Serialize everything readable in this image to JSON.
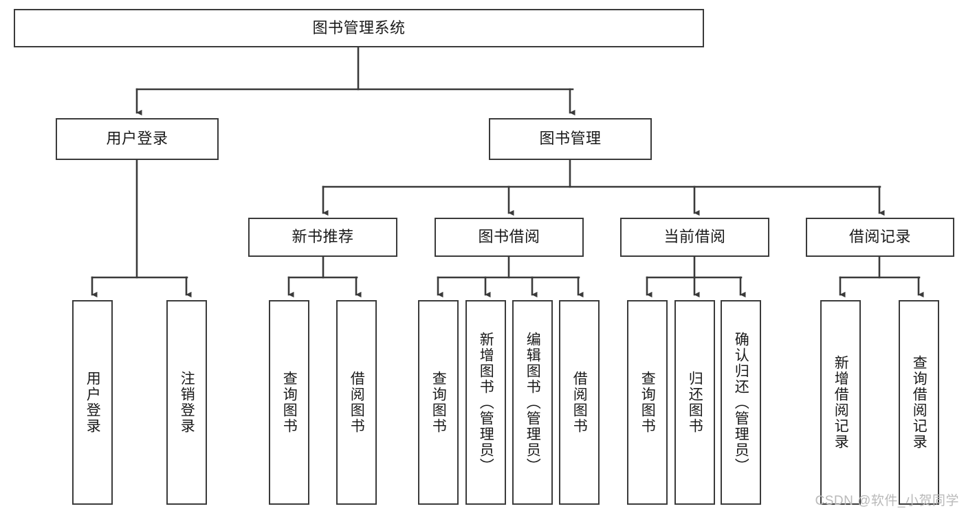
{
  "diagram": {
    "type": "hierarchy-tree",
    "title": "图书管理系统",
    "watermark": "CSDN @软件_小贺同学",
    "colors": {
      "border": "#3a3a3a",
      "background": "#ffffff",
      "text": "#1a1a1a",
      "connector": "#3a3a3a",
      "watermark": "#b9b9b9"
    },
    "levels": {
      "root": {
        "label": "图书管理系统"
      },
      "level2": [
        {
          "label": "用户登录"
        },
        {
          "label": "图书管理"
        }
      ],
      "level3": [
        {
          "label": "新书推荐"
        },
        {
          "label": "图书借阅"
        },
        {
          "label": "当前借阅"
        },
        {
          "label": "借阅记录"
        }
      ],
      "leaves": {
        "user_login": [
          {
            "label": "用户登录"
          },
          {
            "label": "注销登录"
          }
        ],
        "new_book_recommend": [
          {
            "label": "查询图书"
          },
          {
            "label": "借阅图书"
          }
        ],
        "book_borrow": [
          {
            "label": "查询图书"
          },
          {
            "label": "新增图书（管理员）"
          },
          {
            "label": "编辑图书（管理员）"
          },
          {
            "label": "借阅图书"
          }
        ],
        "current_borrow": [
          {
            "label": "查询图书"
          },
          {
            "label": "归还图书"
          },
          {
            "label": "确认归还（管理员）"
          }
        ],
        "borrow_record": [
          {
            "label": "新增借阅记录"
          },
          {
            "label": "查询借阅记录"
          }
        ]
      }
    }
  }
}
